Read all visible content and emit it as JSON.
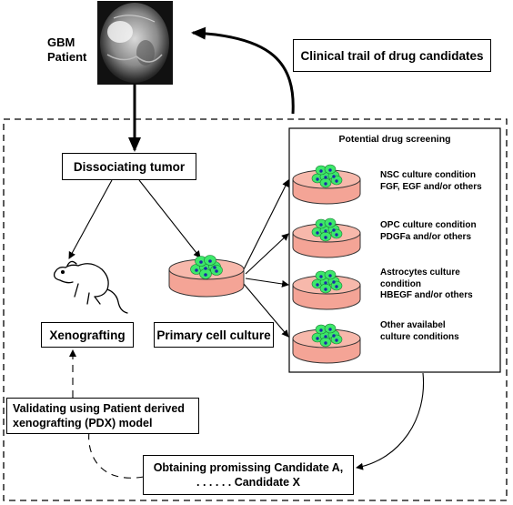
{
  "patient_label": "GBM\nPatient",
  "clinical_trial": "Clinical trail of drug candidates",
  "dissociating": "Dissociating tumor",
  "xenografting": "Xenografting",
  "primary_culture": "Primary cell culture",
  "screening_title": "Potential drug screening",
  "conditions": [
    {
      "text": "NSC culture condition\nFGF, EGF and/or others"
    },
    {
      "text": "OPC culture condition\nPDGFa and/or others"
    },
    {
      "text": "Astrocytes culture\ncondition\nHBEGF and/or others"
    },
    {
      "text": "Other availabel\nculture conditions"
    }
  ],
  "validating": "Validating  using Patient derived\nxenografting (PDX) model",
  "candidates": "Obtaining promissing Candidate A,\n. . . . . . Candidate X",
  "colors": {
    "dish_media": "#f4a496",
    "cell_fill": "#3de86a",
    "nucleus": "#1a2aa8"
  }
}
